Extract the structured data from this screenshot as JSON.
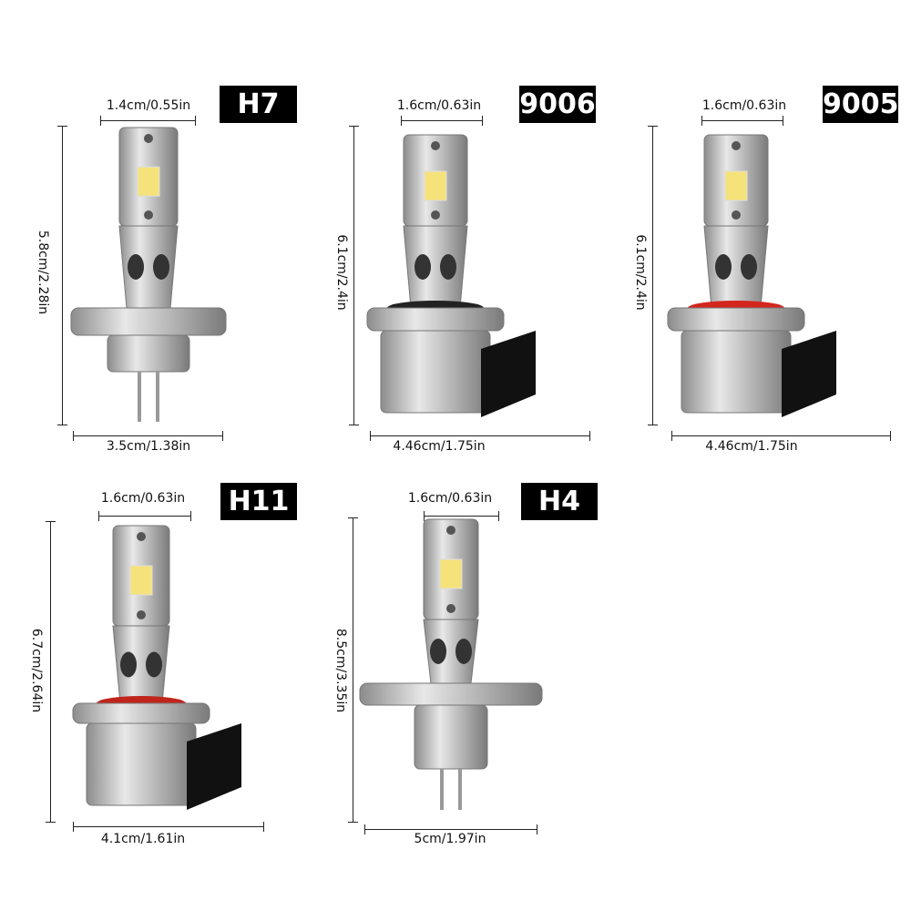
{
  "bulbs": [
    {
      "model": "H7",
      "width_top": "1.4cm/0.55in",
      "height": "5.8cm/2.28in",
      "width_bottom": "3.5cm/1.38in"
    },
    {
      "model": "9006",
      "width_top": "1.6cm/0.63in",
      "height": "6.1cm/2.4in",
      "width_bottom": "4.46cm/1.75in"
    },
    {
      "model": "9005",
      "width_top": "1.6cm/0.63in",
      "height": "6.1cm/2.4in",
      "width_bottom": "4.46cm/1.75in"
    },
    {
      "model": "H11",
      "width_top": "1.6cm/0.63in",
      "height": "6.7cm/2.64in",
      "width_bottom": "4.1cm/1.61in"
    },
    {
      "model": "H4",
      "width_top": "1.6cm/0.63in",
      "height": "8.5cm/3.35in",
      "width_bottom": "5cm/1.97in"
    }
  ],
  "colors": {
    "led": "#f6e27a",
    "ring_9005": "#d3261f",
    "ring_h11": "#c0251c",
    "ring_9006": "#222222",
    "connector": "#111111"
  }
}
